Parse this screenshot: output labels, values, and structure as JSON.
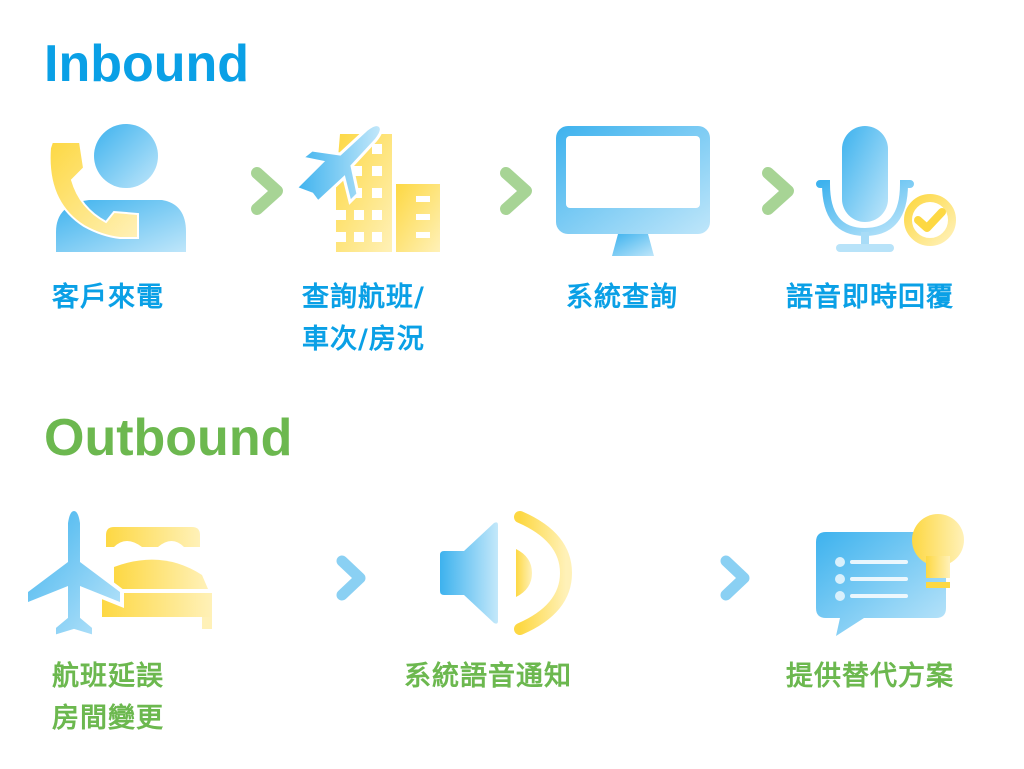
{
  "colors": {
    "inbound": "#0aa0e6",
    "outbound": "#6cb84f",
    "icon_blue": "#4bb6ec",
    "icon_yellow": "#fdd94a",
    "arrow_green": "#6cb84f",
    "arrow_blue": "#16a2e8"
  },
  "inbound": {
    "title": "Inbound",
    "steps": [
      {
        "icon": "caller-phone-icon",
        "label": "客戶來電"
      },
      {
        "icon": "flight-hotel-icon",
        "label": "查詢航班/\n車次/房況"
      },
      {
        "icon": "monitor-icon",
        "label": "系統查詢"
      },
      {
        "icon": "microphone-check-icon",
        "label": "語音即時回覆"
      }
    ]
  },
  "outbound": {
    "title": "Outbound",
    "steps": [
      {
        "icon": "plane-bed-icon",
        "label": "航班延誤\n房間變更"
      },
      {
        "icon": "speaker-icon",
        "label": "系統語音通知"
      },
      {
        "icon": "chat-lightbulb-icon",
        "label": "提供替代方案"
      }
    ]
  }
}
